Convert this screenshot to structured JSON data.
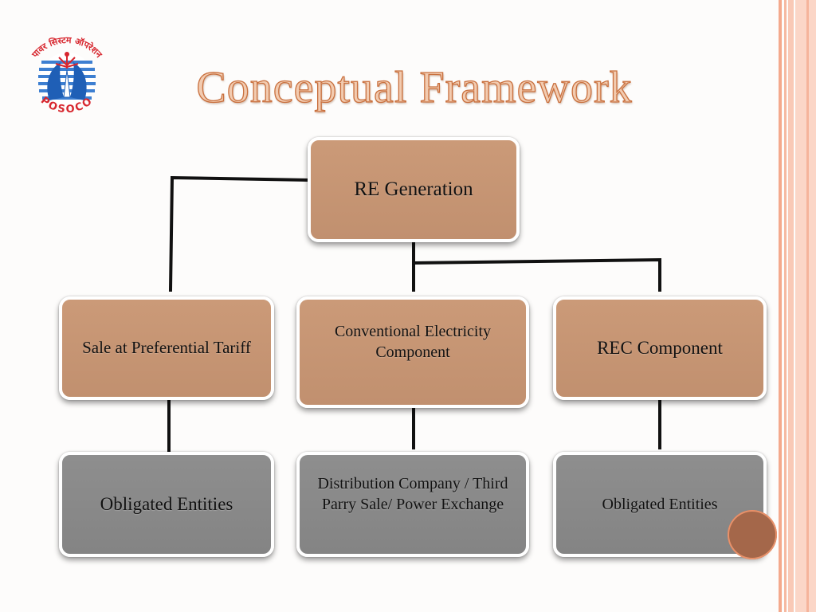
{
  "slide": {
    "title": "Conceptual Framework"
  },
  "logo": {
    "icon": "posoco-logo",
    "text": "POSOCO",
    "script_text": "पावर सिस्टम ऑपरेशन"
  },
  "diagram": {
    "root": {
      "label": "RE Generation"
    },
    "level2": [
      {
        "label": "Sale at Preferential Tariff"
      },
      {
        "label": "Conventional Electricity Component"
      },
      {
        "label": "REC Component"
      }
    ],
    "level3": [
      {
        "label": "Obligated Entities"
      },
      {
        "label": "Distribution Company / Third Parry Sale/ Power Exchange"
      },
      {
        "label": "Obligated Entities"
      }
    ]
  },
  "colors": {
    "node_tan": "#c49472",
    "node_gray": "#8a8a8a",
    "connector": "#111111",
    "title_fill": "#f2cbb0",
    "title_outline": "#c9703e",
    "accent_circle": "#a4674a",
    "stripe": "#f9c9b6"
  }
}
